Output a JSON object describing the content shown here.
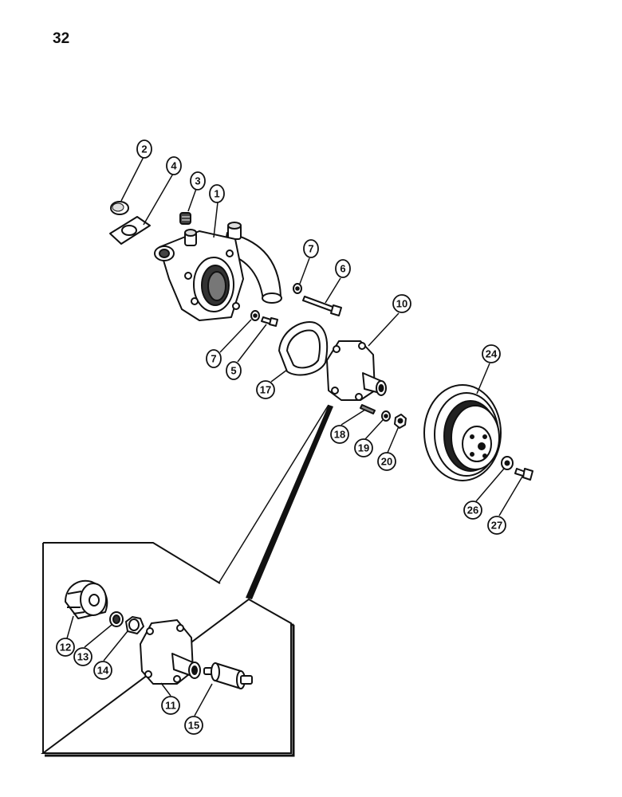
{
  "page_number": "32",
  "callouts": [
    {
      "id": "c1",
      "label": "1"
    },
    {
      "id": "c2",
      "label": "2"
    },
    {
      "id": "c3",
      "label": "3"
    },
    {
      "id": "c4",
      "label": "4"
    },
    {
      "id": "c5",
      "label": "5"
    },
    {
      "id": "c6",
      "label": "6"
    },
    {
      "id": "c7a",
      "label": "7"
    },
    {
      "id": "c7b",
      "label": "7"
    },
    {
      "id": "c10",
      "label": "10"
    },
    {
      "id": "c11",
      "label": "11"
    },
    {
      "id": "c12",
      "label": "12"
    },
    {
      "id": "c13",
      "label": "13"
    },
    {
      "id": "c14",
      "label": "14"
    },
    {
      "id": "c15",
      "label": "15"
    },
    {
      "id": "c17",
      "label": "17"
    },
    {
      "id": "c18",
      "label": "18"
    },
    {
      "id": "c19",
      "label": "19"
    },
    {
      "id": "c20",
      "label": "20"
    },
    {
      "id": "c24",
      "label": "24"
    },
    {
      "id": "c26",
      "label": "26"
    },
    {
      "id": "c27",
      "label": "27"
    }
  ]
}
